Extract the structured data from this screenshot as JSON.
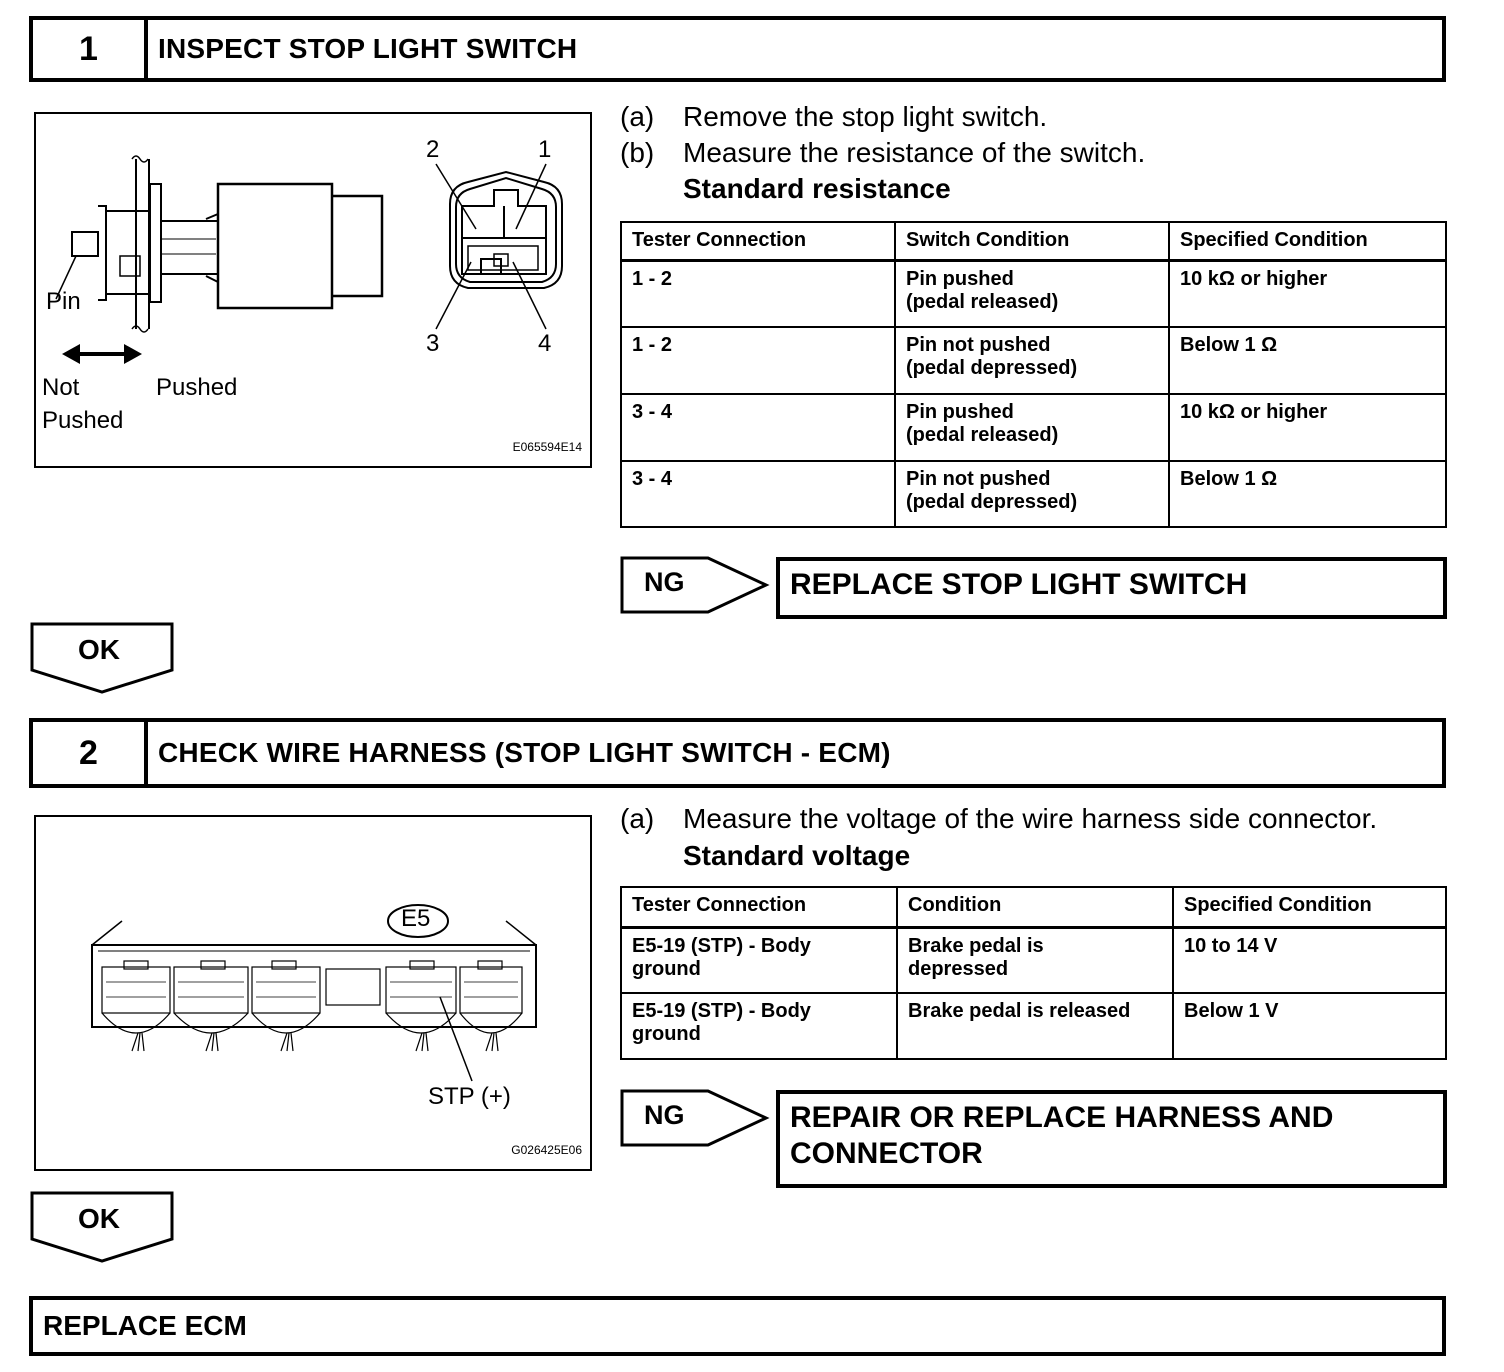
{
  "step1": {
    "number": "1",
    "title": "INSPECT STOP LIGHT SWITCH",
    "figure": {
      "labels": {
        "pin": "Pin",
        "not_pushed_1": "Not",
        "not_pushed_2": "Pushed",
        "pushed": "Pushed",
        "t1": "1",
        "t2": "2",
        "t3": "3",
        "t4": "4"
      },
      "code": "E065594E14"
    },
    "instructions": [
      {
        "label": "(a)",
        "text": "Remove the stop light switch."
      },
      {
        "label": "(b)",
        "text": "Measure the resistance of the switch."
      }
    ],
    "standard_heading": "Standard resistance",
    "table": {
      "headers": [
        "Tester Connection",
        "Switch Condition",
        "Specified Condition"
      ],
      "rows": [
        {
          "conn": "1 - 2",
          "cond1": "Pin pushed",
          "cond2": "(pedal released)",
          "spec": "10 kΩ or higher"
        },
        {
          "conn": "1 - 2",
          "cond1": "Pin not pushed",
          "cond2": "(pedal depressed)",
          "spec": "Below 1 Ω"
        },
        {
          "conn": "3 - 4",
          "cond1": "Pin pushed",
          "cond2": "(pedal released)",
          "spec": "10 kΩ or higher"
        },
        {
          "conn": "3 - 4",
          "cond1": "Pin not pushed",
          "cond2": "(pedal depressed)",
          "spec": "Below 1 Ω"
        }
      ]
    },
    "ng_label": "NG",
    "ng_action": "REPLACE STOP LIGHT SWITCH",
    "ok_label": "OK"
  },
  "step2": {
    "number": "2",
    "title": "CHECK WIRE HARNESS (STOP LIGHT SWITCH - ECM)",
    "figure": {
      "connector_label": "E5",
      "stp_label": "STP (+)",
      "code": "G026425E06"
    },
    "instructions": [
      {
        "label": "(a)",
        "text": "Measure the voltage of the wire harness side connector."
      }
    ],
    "standard_heading": "Standard voltage",
    "table": {
      "headers": [
        "Tester Connection",
        "Condition",
        "Specified Condition"
      ],
      "rows": [
        {
          "conn1": "E5-19 (STP) - Body",
          "conn2": "ground",
          "cond1": "Brake pedal is",
          "cond2": "depressed",
          "spec": "10 to 14 V"
        },
        {
          "conn1": "E5-19 (STP) - Body",
          "conn2": "ground",
          "cond1": "Brake pedal is released",
          "cond2": "",
          "spec": "Below 1 V"
        }
      ]
    },
    "ng_label": "NG",
    "ng_action_line1": "REPAIR OR REPLACE HARNESS AND",
    "ng_action_line2": "CONNECTOR",
    "ok_label": "OK"
  },
  "final": {
    "text": "REPLACE ECM"
  }
}
